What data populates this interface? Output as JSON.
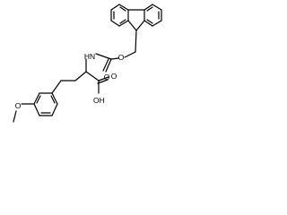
{
  "molecule": {
    "atoms": {
      "ether_oxygen": "O",
      "carbamate_oxygen": "O",
      "nitrogen": "HN",
      "carbonyl_oxygen": "O",
      "acid_hydroxyl": "OH",
      "methoxy_oxygen": "O"
    }
  },
  "colors": {
    "bond": "#000000",
    "background": "#ffffff"
  }
}
